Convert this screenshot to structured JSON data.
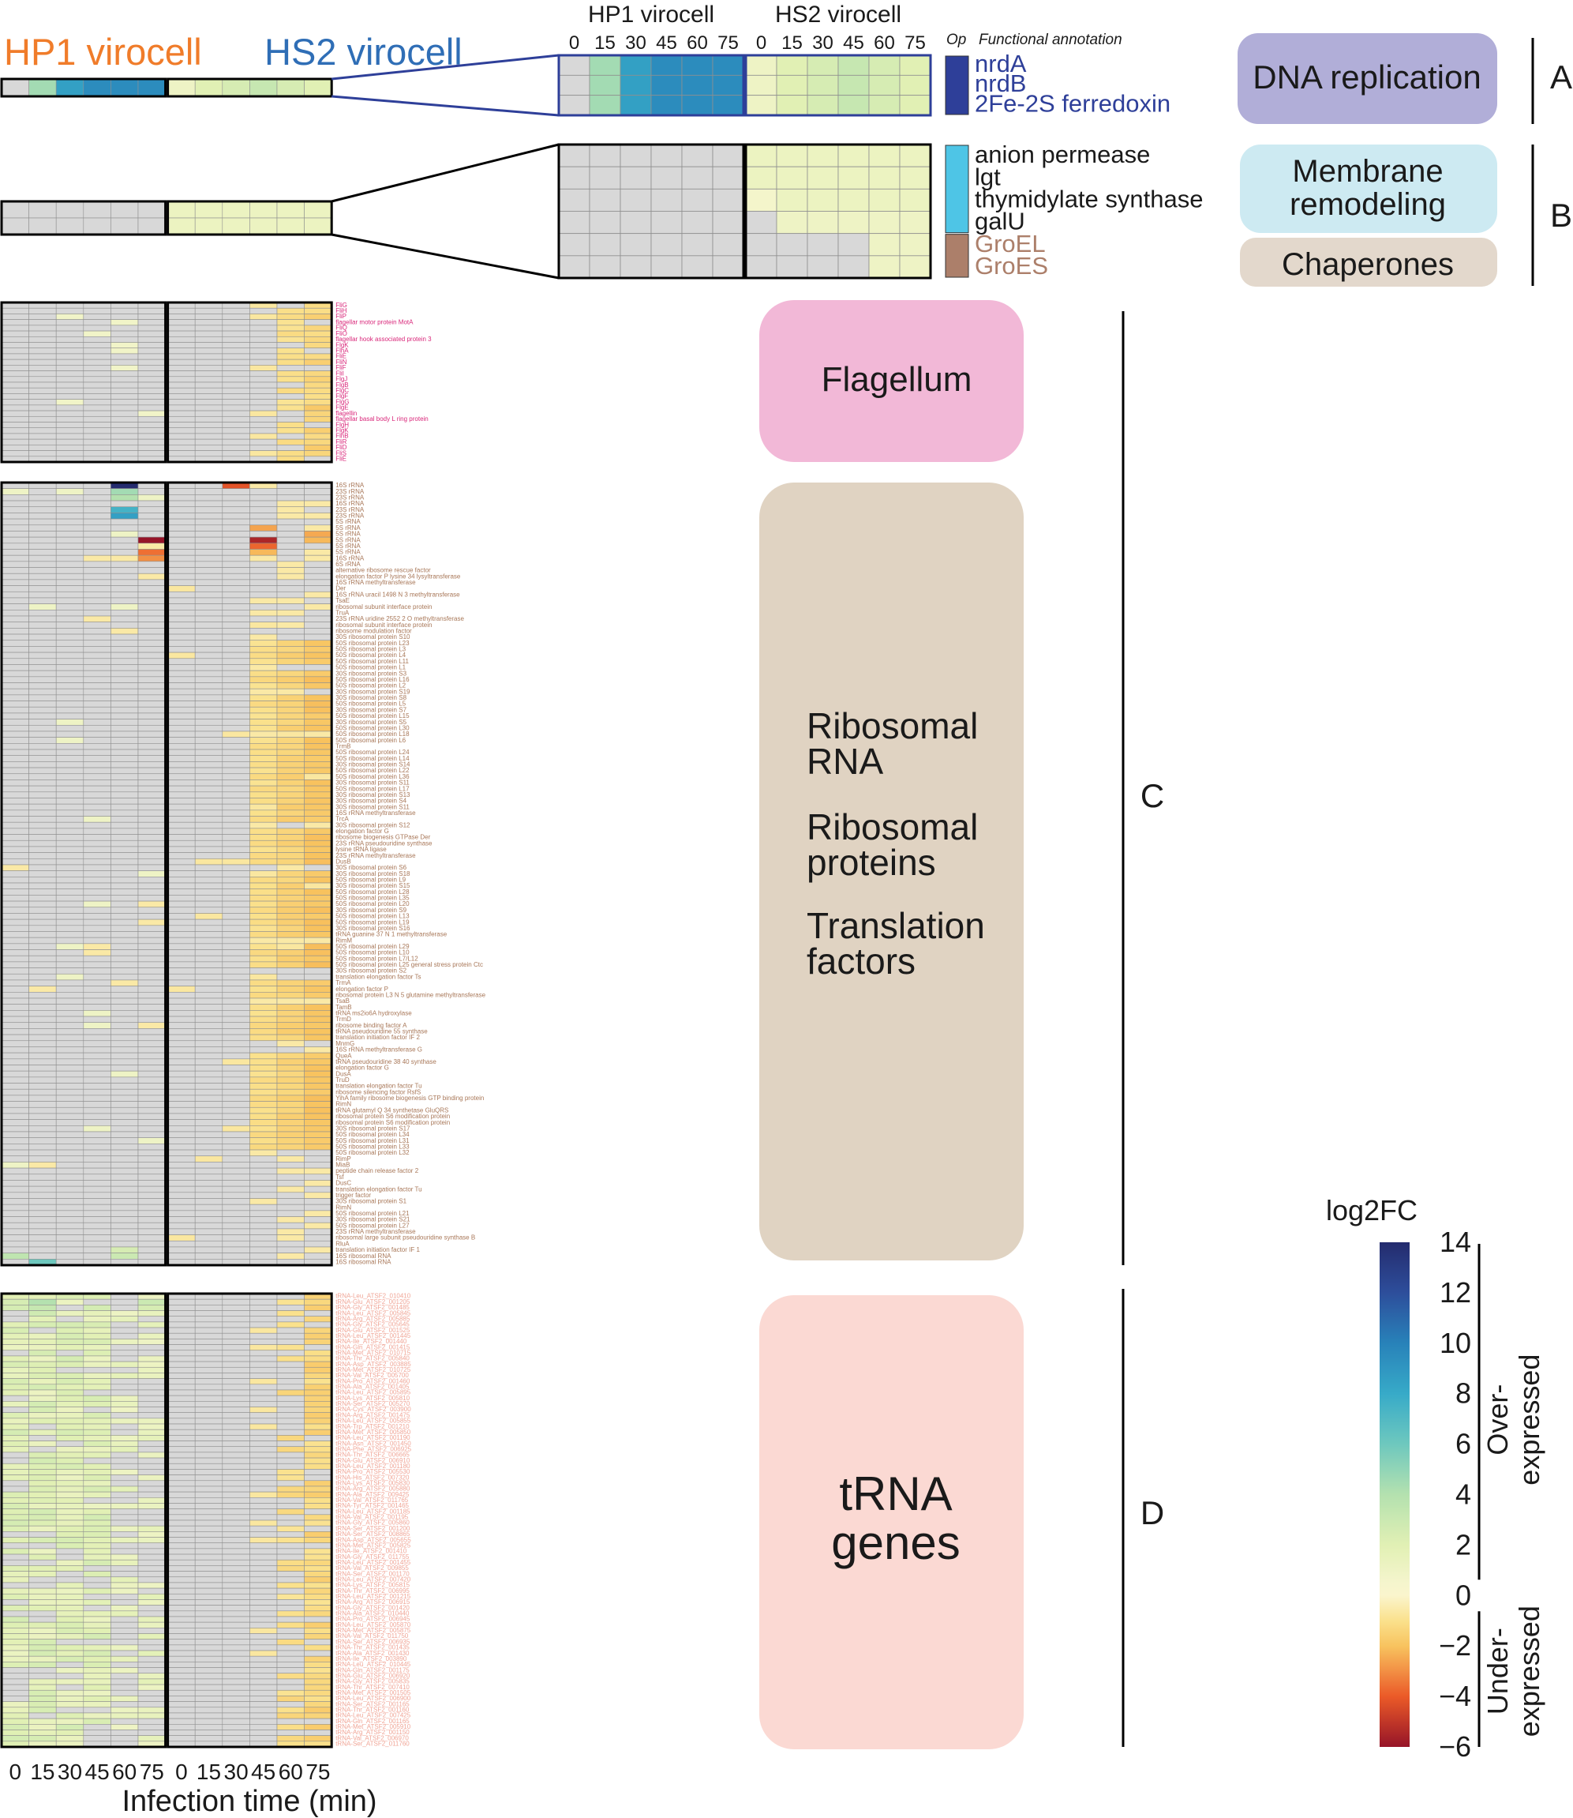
{
  "colors": {
    "hp1": "#f07c2a",
    "hs2": "#2f6eb6",
    "missing": "#d8d8d8",
    "hp1_tick_blue": "#3d4fa6",
    "dna_box": "#b1aed8",
    "membrane_box": "#cdeaf2",
    "chaperone_box": "#e3d8cc",
    "flagellum_box": "#f2b8d7",
    "ribosome_box": "#e0d3c2",
    "trna_box": "#fbd9d3",
    "flag_label": "#d9277a",
    "ribo_label": "#a87758",
    "trna_label": "#f0a596",
    "op_dna": "#2e3f99",
    "op_membrane": "#4ec5e6",
    "op_chap": "#ac7f6a"
  },
  "chart_data": {
    "type": "heatmap",
    "conditions": [
      "HP1 virocell",
      "HS2 virocell"
    ],
    "time_points": [
      "0",
      "15",
      "30",
      "45",
      "60",
      "75"
    ],
    "xlabel": "Infection time (min)",
    "colorbar": {
      "title": "log2FC",
      "ticks": [
        "14",
        "12",
        "10",
        "8",
        "6",
        "4",
        "2",
        "0",
        "−2",
        "−4",
        "−6"
      ],
      "min": -6,
      "max": 14,
      "over_label_1": "Over-",
      "over_label_2": "expressed",
      "under_label_1": "Under-",
      "under_label_2": "expressed"
    },
    "zoom": {
      "header_hp1": "HP1 virocell",
      "header_hs2": "HS2 virocell",
      "op_label": "Op",
      "annotation_label": "Functional annotation"
    },
    "sections": [
      {
        "letter": "A",
        "category": "DNA replication",
        "genes": [
          "nrdA",
          "nrdB",
          "2Fe-2S ferredoxin"
        ],
        "hp1": [
          [
            null,
            4.5,
            8.5,
            9.5,
            9.5,
            9.5
          ],
          [
            null,
            4.5,
            8.5,
            9.5,
            9.5,
            9.5
          ],
          [
            null,
            4.5,
            8.5,
            9.5,
            9.5,
            9.5
          ]
        ],
        "hs2": [
          [
            1.0,
            2.0,
            2.5,
            3.2,
            2.5,
            2.0
          ],
          [
            1.0,
            2.0,
            2.5,
            3.2,
            2.5,
            2.0
          ],
          [
            1.0,
            2.0,
            2.5,
            3.2,
            2.5,
            2.0
          ]
        ]
      },
      {
        "letter": "B",
        "category": "Membrane remodeling",
        "category_line1": "Membrane",
        "category_line2": "remodeling",
        "category2": "Chaperones",
        "genes": [
          "anion permease",
          "lgt",
          "thymidylate synthase",
          "galU",
          "GroEL",
          "GroES"
        ],
        "hp1": [
          [
            null,
            null,
            null,
            null,
            null,
            null
          ],
          [
            null,
            null,
            null,
            null,
            null,
            null
          ],
          [
            null,
            null,
            null,
            null,
            null,
            null
          ],
          [
            null,
            null,
            null,
            null,
            null,
            null
          ],
          [
            null,
            null,
            null,
            null,
            null,
            null
          ],
          [
            null,
            null,
            null,
            null,
            null,
            null
          ]
        ],
        "hs2": [
          [
            1.2,
            1.2,
            1.2,
            1.2,
            1.2,
            1.2
          ],
          [
            1.2,
            1.2,
            1.2,
            1.2,
            1.2,
            1.2
          ],
          [
            0.6,
            1.2,
            1.2,
            1.2,
            1.2,
            1.2
          ],
          [
            null,
            1.0,
            1.0,
            1.0,
            1.0,
            1.0
          ],
          [
            null,
            null,
            null,
            null,
            1.0,
            1.0
          ],
          [
            null,
            null,
            null,
            null,
            1.0,
            1.0
          ]
        ]
      },
      {
        "letter": "C",
        "category": "Flagellum",
        "genes": [
          "FliG",
          "FliH",
          "FliP",
          "flagellar motor protein MotA",
          "FliQ",
          "FliO",
          "flagellar hook associated protein 3",
          "FlgK",
          "FlhA",
          "FliE",
          "FliN",
          "FliF",
          "FliI",
          "FlgJ",
          "FlgB",
          "FlgC",
          "FlgF",
          "FlgG",
          "FlgE",
          "flagellin",
          "flagellar basal body L ring protein",
          "FlgH",
          "FlgK",
          "FlhB",
          "FliR",
          "FliD",
          "FliS",
          "FliE"
        ]
      },
      {
        "letter": "C",
        "category_lines": [
          "Ribosomal",
          "RNA",
          "Ribosomal",
          "proteins",
          "Translation",
          "factors"
        ],
        "genes": [
          "16S rRNA",
          "23S rRNA",
          "23S rRNA",
          "16S rRNA",
          "23S rRNA",
          "23S rRNA",
          "5S rRNA",
          "5S rRNA",
          "5S rRNA",
          "5S rRNA",
          "5S rRNA",
          "5S rRNA",
          "16S rRNA",
          "6S rRNA",
          "alternative ribosome rescue factor",
          "elongation factor P lysine 34 lysyltransferase",
          "16S rRNA methyltransferase",
          "Der",
          "16S rRNA uracil 1498 N 3 methyltransferase",
          "TsaE",
          "ribosomal subunit interface protein",
          "TruA",
          "23S rRNA uridine 2552 2 O methyltransferase",
          "ribosomal subunit interface protein",
          "ribosome modulation factor",
          "30S ribosomal protein S10",
          "50S ribosomal protein L23",
          "50S ribosomal protein L3",
          "50S ribosomal protein L4",
          "50S ribosomal protein L11",
          "50S ribosomal protein L1",
          "30S ribosomal protein S3",
          "50S ribosomal protein L16",
          "50S ribosomal protein L2",
          "30S ribosomal protein S19",
          "30S ribosomal protein S8",
          "50S ribosomal protein L5",
          "30S ribosomal protein S7",
          "50S ribosomal protein L15",
          "30S ribosomal protein S5",
          "50S ribosomal protein L30",
          "50S ribosomal protein L18",
          "50S ribosomal protein L6",
          "TrmB",
          "50S ribosomal protein L24",
          "50S ribosomal protein L14",
          "30S ribosomal protein S14",
          "50S ribosomal protein L22",
          "50S ribosomal protein L36",
          "30S ribosomal protein S11",
          "50S ribosomal protein L17",
          "30S ribosomal protein S13",
          "30S ribosomal protein S4",
          "30S ribosomal protein S11",
          "16S rRNA methyltransferase",
          "TrcA",
          "30S ribosomal protein S12",
          "elongation factor G",
          "ribosome biogenesis GTPase Der",
          "23S rRNA pseudouridine synthase",
          "lysine tRNA ligase",
          "23S rRNA methyltransferase",
          "DusB",
          "30S ribosomal protein S6",
          "30S ribosomal protein S18",
          "50S ribosomal protein L9",
          "30S ribosomal protein S15",
          "50S ribosomal protein L28",
          "50S ribosomal protein L35",
          "50S ribosomal protein L20",
          "30S ribosomal protein S9",
          "50S ribosomal protein L13",
          "50S ribosomal protein L19",
          "30S ribosomal protein S16",
          "tRNA guanine 37 N 1 methyltransferase",
          "RimM",
          "50S ribosomal protein L29",
          "50S ribosomal protein L10",
          "50S ribosomal protein L7/L12",
          "50S ribosomal protein L25 general stress protein Ctc",
          "30S ribosomal protein S2",
          "translation elongation factor Ts",
          "TrmA",
          "elongation factor P",
          "ribosomal protein L3 N 5 glutamine methyltransferase",
          "TsaB",
          "TamB",
          "tRNA ms2io6A hydroxylase",
          "TrmD",
          "ribosome binding factor A",
          "tRNA pseudouridine 55 synthase",
          "translation initiation factor IF 2",
          "MnmG",
          "16S rRNA methyltransferase G",
          "QueA",
          "tRNA pseudouridine 38 40 synthase",
          "elongation factor G",
          "DusA",
          "TruD",
          "translation elongation factor Tu",
          "ribosome silencing factor RsfS",
          "YihA family ribosome biogenesis GTP binding protein",
          "RimN",
          "tRNA glutamyl Q 34 synthetase GluQRS",
          "ribosomal protein S6 modification protein",
          "ribosomal protein S6 modification protein",
          "30S ribosomal protein S17",
          "50S ribosomal protein L34",
          "50S ribosomal protein L31",
          "50S ribosomal protein L33",
          "50S ribosomal protein L32",
          "RimP",
          "MiaB",
          "peptide chain release factor 2",
          "Tsf",
          "DusC",
          "translation elongation factor Tu",
          "trigger factor",
          "30S ribosomal protein S1",
          "RimN",
          "50S ribosomal protein L21",
          "30S ribosomal protein S21",
          "50S ribosomal protein L27",
          "23S rRNA methyltransferase",
          "ribosomal large subunit pseudouridine synthase B",
          "RluA",
          "translation initiation factor IF 1",
          "16S ribosomal RNA",
          "16S ribosomal RNA"
        ]
      },
      {
        "letter": "D",
        "category_lines": [
          "tRNA",
          "genes"
        ],
        "genes": [
          "tRNA-Leu_ATSF2_010410",
          "tRNA-Glu_ATSF2_001205",
          "tRNA-Gly_ATSF2_001485",
          "tRNA-Leu_ATSF2_005845",
          "tRNA-Arg_ATSF2_005885",
          "tRNA-Gly_ATSF2_005645",
          "tRNA-Glu_ATSF2_001525",
          "tRNA-Leu_ATSF2_001445",
          "tRNA-Ile_ATSF2_001440",
          "tRNA-Gln_ATSF2_001415",
          "tRNA-Met_ATSF2_010715",
          "tRNA-Thr_ATSF2_005840",
          "tRNA-Asp_ATSF2_003885",
          "tRNA-Met_ATSF2_010725",
          "tRNA-Val_ATSF2_005700",
          "tRNA-Pro_ATSF2_001460",
          "tRNA-Ala_ATSF2_001405",
          "tRNA-Leu_ATSF2_005895",
          "tRNA-Lys_ATSF2_005810",
          "tRNA-Ser_ATSF2_005270",
          "tRNA-Cys_ATSF2_003900",
          "tRNA-Arg_ATSF2_001475",
          "tRNA-Leu_ATSF2_005855",
          "tRNA-Trp_ATSF2_001210",
          "tRNA-Met_ATSF2_005850",
          "tRNA-Leu_ATSF2_001190",
          "tRNA-Asn_ATSF2_001450",
          "tRNA-Phe_ATSF2_006925",
          "tRNA-Thr_ATSF2_006665",
          "tRNA-Glu_ATSF2_006910",
          "tRNA-Leu_ATSF2_001180",
          "tRNA-Pro_ATSF2_005530",
          "tRNA-His_ATSF2_007320",
          "tRNA-Lys_ATSF2_005830",
          "tRNA-Arg_ATSF2_005880",
          "tRNA-Ala_ATSF2_009425",
          "tRNA-Val_ATSF2_011765",
          "tRNA-Tyr_ATSF2_001465",
          "tRNA-Leu_ATSF2_001185",
          "tRNA-Val_ATSF2_001195",
          "tRNA-Gly_ATSF2_005860",
          "tRNA-Ser_ATSF2_001200",
          "tRNA-Ser_ATSF2_008865",
          "tRNA-Asp_ATSF2_005655",
          "tRNA-Met_ATSF2_005825",
          "tRNA-Ile_ATSF2_001410",
          "tRNA-Gly_ATSF2_011755",
          "tRNA-Leu_ATSF2_001455",
          "tRNA-Val_ATSF2_009855",
          "tRNA-Ser_ATSF2_001170",
          "tRNA-Leu_ATSF2_007420",
          "tRNA-Lys_ATSF2_005815",
          "tRNA-Thr_ATSF2_006995",
          "tRNA-Leu_ATSF2_001215",
          "tRNA-Arg_ATSF2_006915",
          "tRNA-Gly_ATSF2_001420",
          "tRNA-Ala_ATSF2_010440",
          "tRNA-Pro_ATSF2_006945",
          "tRNA-Leu_ATSF2_005870",
          "tRNA-Met_ATSF2_005875",
          "tRNA-Val_ATSF2_011750",
          "tRNA-Ser_ATSF2_006935",
          "tRNA-Thr_ATSF2_001435",
          "tRNA-Ala_ATSF2_001430",
          "tRNA-Ile_ATSF2_003890",
          "tRNA-Leu_ATSF2_010445",
          "tRNA-Gln_ATSF2_001175",
          "tRNA-Glu_ATSF2_006920",
          "tRNA-Gly_ATSF2_005835",
          "tRNA-Thr_ATSF2_007410",
          "tRNA-Met_ATSF2_001505",
          "tRNA-Leu_ATSF2_006900",
          "tRNA-Ser_ATSF2_001165",
          "tRNA-Thr_ATSF2_001160",
          "tRNA-Leu_ATSF2_007425",
          "tRNA-Gln_ATSF2_001165",
          "tRNA-Met_ATSF2_005910",
          "tRNA-Arg_ATSF2_001150",
          "tRNA-Val_ATSF2_006970",
          "tRNA-Ser_ATSF2_011760"
        ]
      }
    ]
  }
}
